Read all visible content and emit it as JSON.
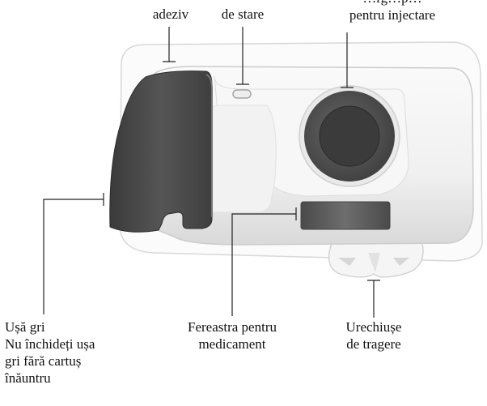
{
  "labels": {
    "adhesive": {
      "lines": [
        "adeziv"
      ]
    },
    "status": {
      "lines": [
        "de stare"
      ]
    },
    "injection": {
      "lines": [
        "…rg…p…",
        "pentru injectare"
      ]
    },
    "door": {
      "lines": [
        "Ușă gri",
        "Nu închideți ușa",
        "gri fără cartuș",
        "înăuntru"
      ]
    },
    "window": {
      "lines": [
        "Fereastra pentru",
        "medicament"
      ]
    },
    "tab": {
      "lines": [
        "Urechiușe",
        "de tragere"
      ]
    }
  },
  "colors": {
    "body": "#f4f4f4",
    "door": "#4a4a4a",
    "button": "#4f4f4f",
    "window": "#5a5a5a",
    "line": "#222222"
  }
}
